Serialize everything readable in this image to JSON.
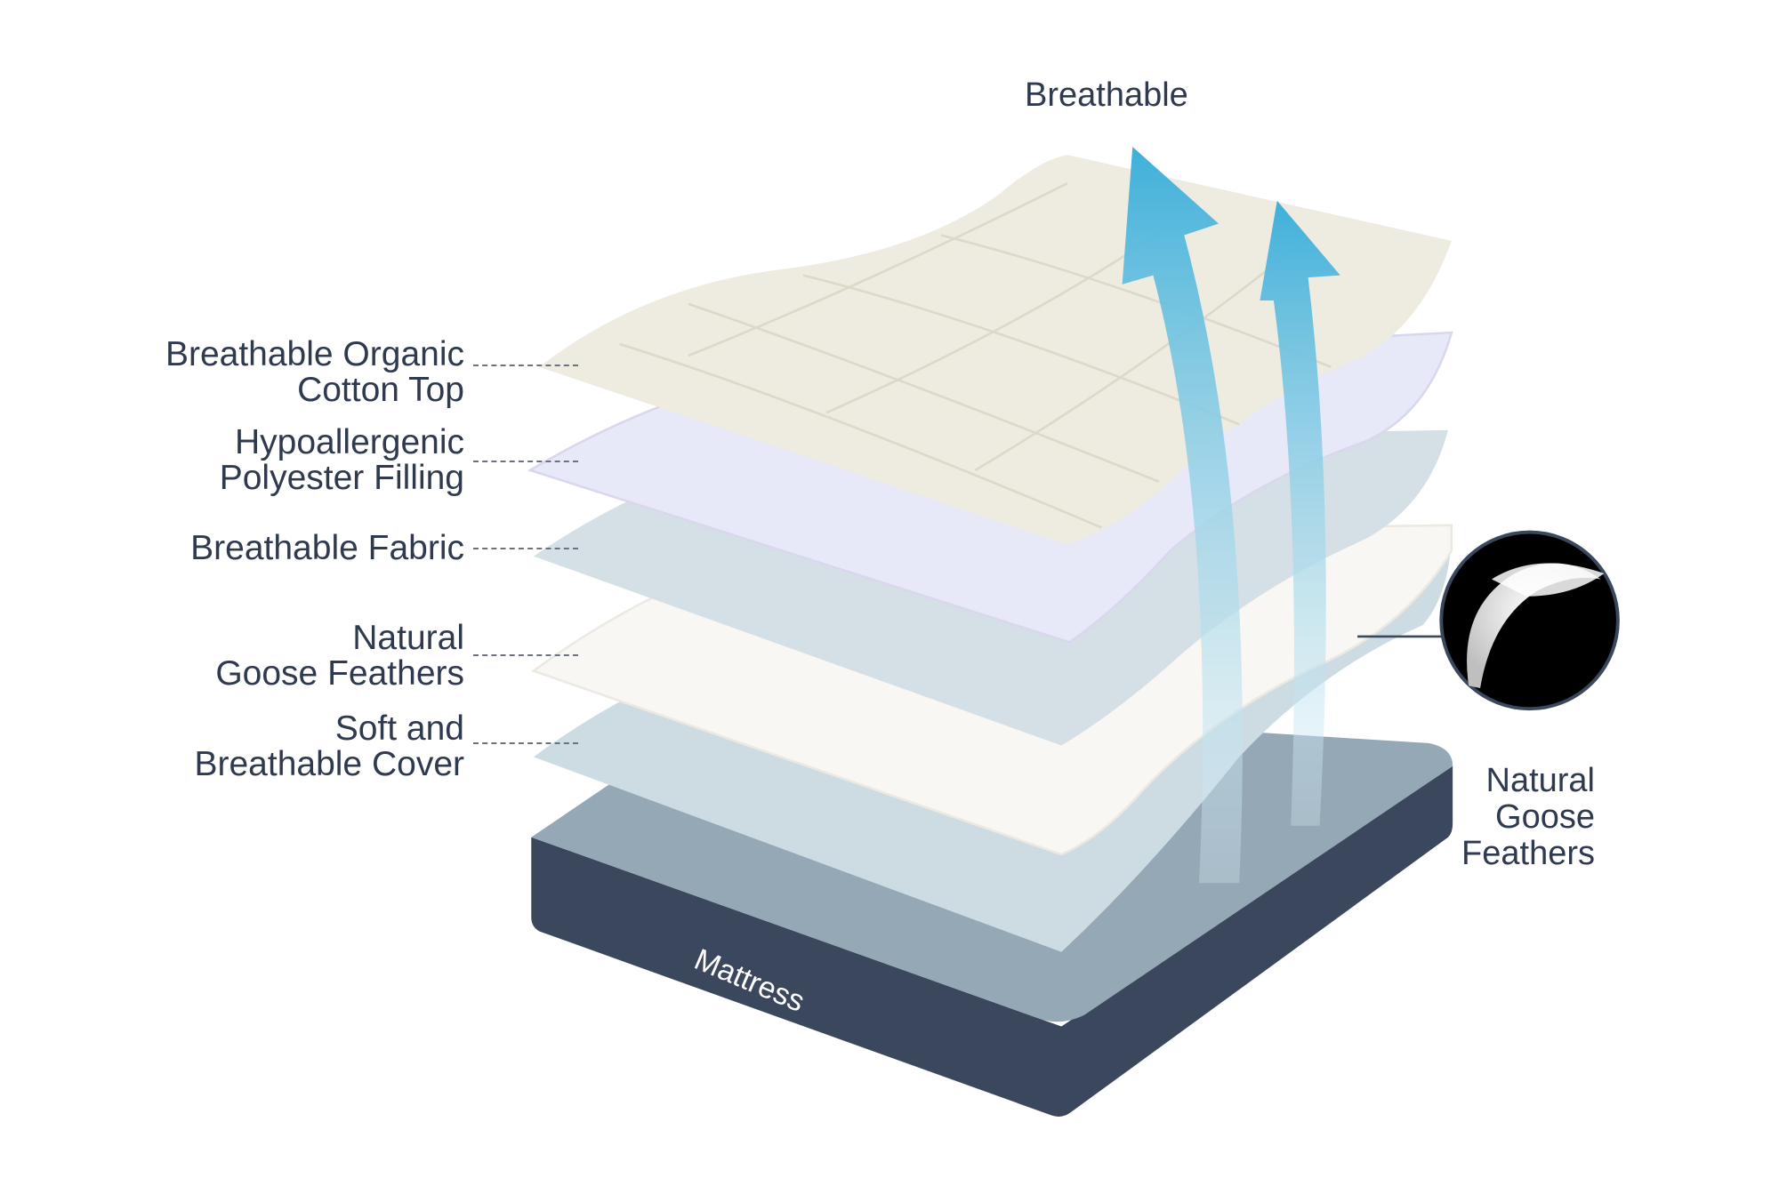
{
  "heading": "Breathable",
  "layers": [
    {
      "lines": [
        "Breathable Organic",
        "Cotton Top"
      ]
    },
    {
      "lines": [
        "Hypoallergenic",
        "Polyester Filling"
      ]
    },
    {
      "lines": [
        "Breathable Fabric"
      ]
    },
    {
      "lines": [
        "Natural",
        "Goose Feathers"
      ]
    },
    {
      "lines": [
        "Soft and",
        "Breathable Cover"
      ]
    }
  ],
  "mattress_label": "Mattress",
  "callout": {
    "lines": [
      "Natural",
      "Goose",
      "Feathers"
    ]
  },
  "colors": {
    "text": "#2f3a4f",
    "mattress": "#3b475d",
    "mattress_top": "#95a8b6",
    "arrow": "#4cb6dc"
  }
}
